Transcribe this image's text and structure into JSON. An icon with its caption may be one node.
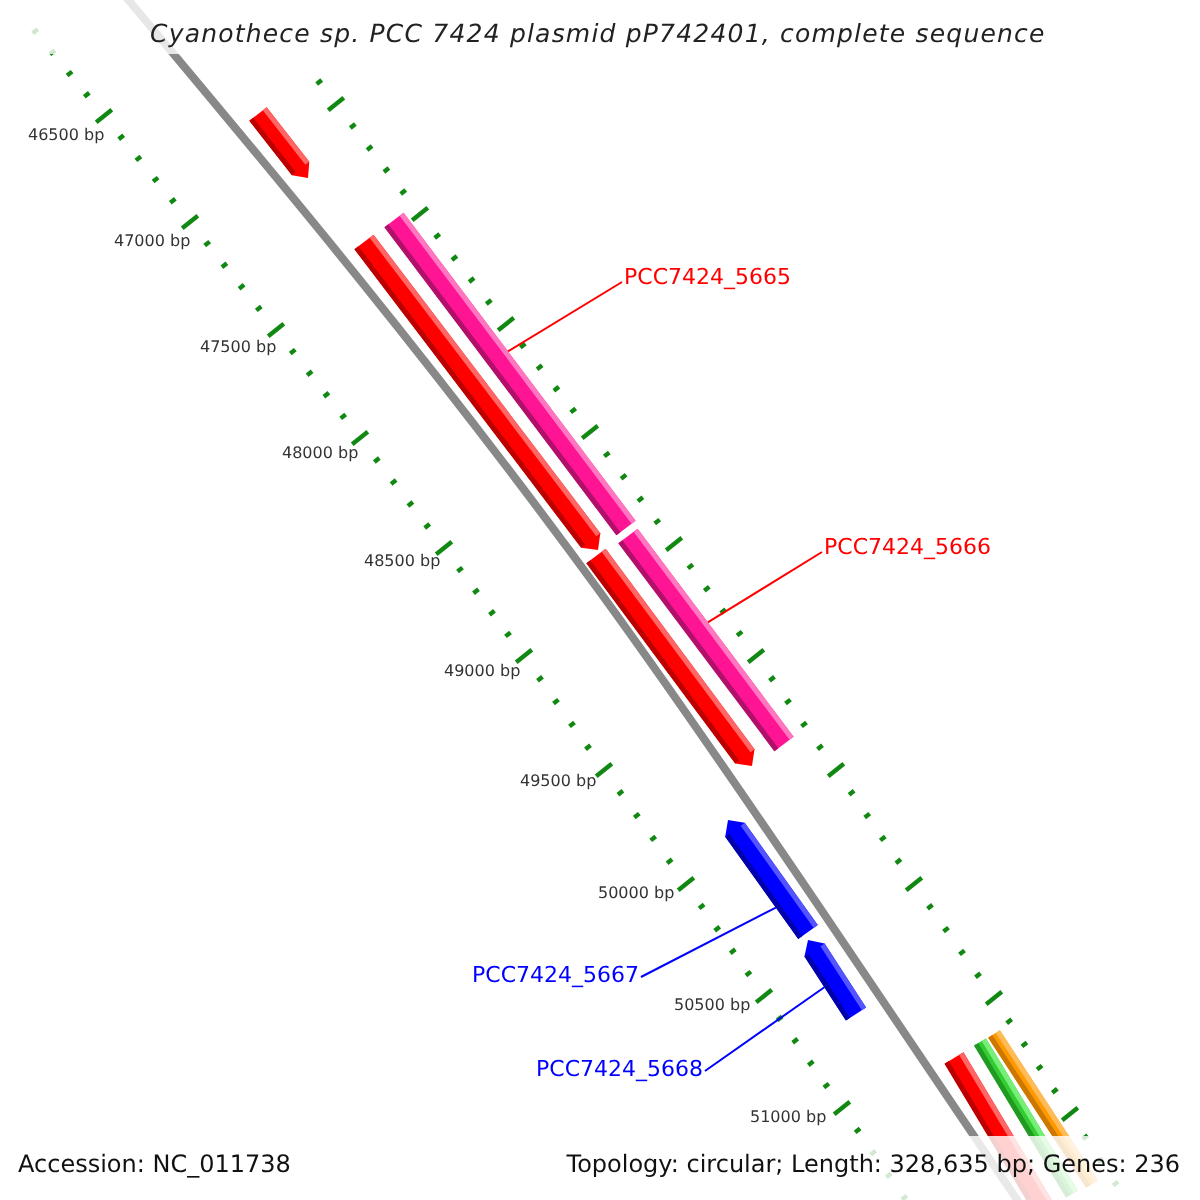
{
  "diagram": {
    "title": "Cyanothece sp. PCC 7424 plasmid pP742401, complete sequence",
    "nodes": [
      {
        "text": [],
        "shape": "bar"
      },
      {
        "text": [],
        "shape": "bar"
      },
      {
        "text": [],
        "shape": "bar"
      },
      {
        "text": [],
        "shape": "bar"
      },
      {
        "text": [],
        "shape": "bar"
      },
      {
        "text": [],
        "shape": "bar"
      },
      {
        "text": [],
        "shape": "bar"
      },
      {
        "text": [],
        "shape": "bar"
      },
      {
        "text": [],
        "shape": "bar"
      },
      {
        "text": [],
        "shape": "bar"
      },
      {
        "text": [
          "PCC7424_5665"
        ]
      },
      {
        "text": [
          "PCC7424_5666"
        ]
      },
      {
        "text": [
          "PCC7424_5667"
        ]
      },
      {
        "text": [
          "PCC7424_5668"
        ]
      }
    ],
    "edges": [
      {
        "from": 10,
        "to": 2,
        "arrow": "none",
        "color": "#ff0000"
      },
      {
        "from": 11,
        "to": 4,
        "arrow": "none",
        "color": "#ff0000"
      },
      {
        "from": 12,
        "to": 5,
        "arrow": "none",
        "color": "#0000ff"
      },
      {
        "from": 13,
        "to": 6,
        "arrow": "none",
        "color": "#0000ff"
      }
    ],
    "labels": [
      "46500 bp",
      "47000 bp",
      "47500 bp",
      "48000 bp",
      "48500 bp",
      "49000 bp",
      "49500 bp",
      "50000 bp",
      "50500 bp",
      "51000 bp",
      "Accession: NC_011738",
      "Topology: circular; Length: 328,635 bp; Genes: 236"
    ]
  }
}
